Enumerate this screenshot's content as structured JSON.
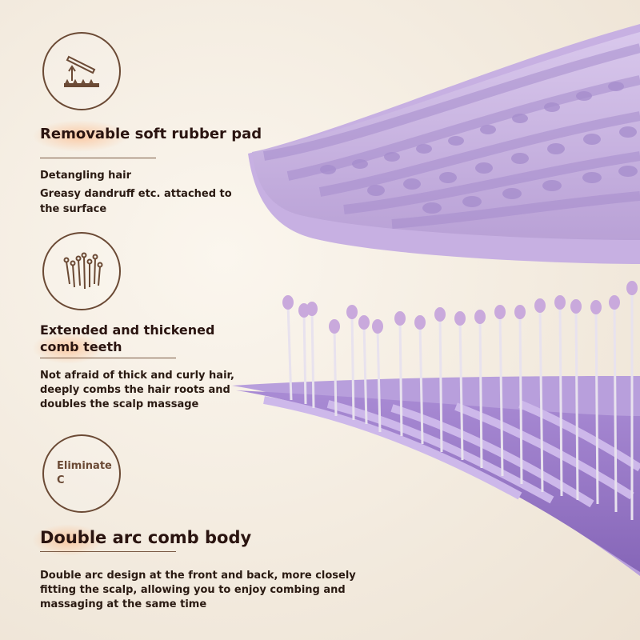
{
  "sections": {
    "rubber_pad": {
      "icon": "pad-lift-icon",
      "title": "Removable soft rubber pad",
      "subtitle": "Detangling hair",
      "description": "Greasy dandruff etc. attached to the surface"
    },
    "comb_teeth": {
      "icon": "comb-teeth-icon",
      "title": "Extended and thickened comb teeth",
      "description": "Not afraid of thick and curly hair, deeply combs the hair roots and doubles the scalp massage"
    },
    "comb_body": {
      "icon_text": "Eliminate C",
      "title": "Double arc comb body",
      "description": "Double arc design at the front and back, more closely fitting the scalp, allowing you to enjoy combing and massaging at the same time"
    }
  },
  "colors": {
    "background": "#f3ebdf",
    "accent_brown": "#6b4a35",
    "product_lilac": "#c9b3e0",
    "product_purple": "#9b7fc8"
  }
}
